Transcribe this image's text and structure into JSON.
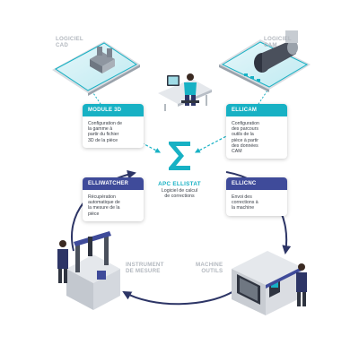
{
  "colors": {
    "teal": "#17b1c4",
    "purple": "#3f4b9a",
    "navy": "#2d3566",
    "label_grey": "#b3b8bf"
  },
  "zones": {
    "cad": "LOGICIEL\nCAD",
    "cam": "LOGICIEL\nCAM",
    "instrument": "INSTRUMENT\nDE MESURE",
    "machine": "MACHINE\nOUTILS"
  },
  "cards": {
    "module3d": {
      "title": "MODULE 3D",
      "body": "Configuration de\nla gamme à\npartir du fichier\n3D de la pièce"
    },
    "ellicam": {
      "title": "ELLICAM",
      "body": "Configuration\ndes parcours\noutils de la\npièce à partir\ndes données\nCAM"
    },
    "elliwatcher": {
      "title": "ELLIWATCHER",
      "body": "Récupération\nautomatique de\nla mesure de la\npièce"
    },
    "ellicnc": {
      "title": "ELLICNC",
      "body": "Envoi des\ncorrections à\nla machine"
    }
  },
  "center": {
    "title": "APC ELLISTAT",
    "subtitle": "Logiciel de calcul\nde corrections",
    "logo_icon": "ellistat-sigma-icon"
  },
  "icons": [
    "cad-monitor-icon",
    "cam-monitor-icon",
    "operator-desk-icon",
    "measuring-instrument-icon",
    "cnc-machine-icon"
  ]
}
